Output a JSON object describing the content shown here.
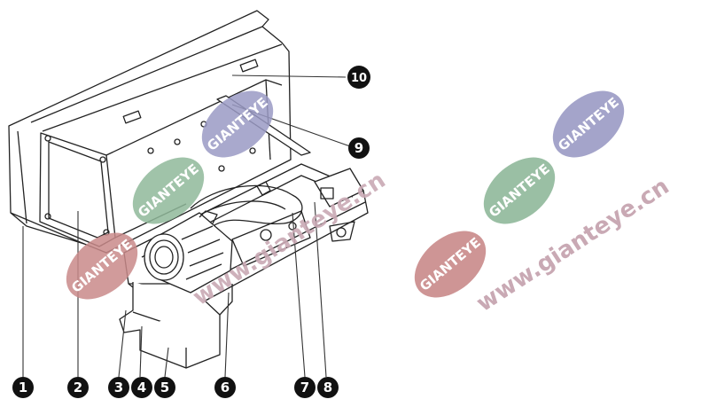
{
  "callouts": [
    {
      "label": "1"
    },
    {
      "label": "2"
    },
    {
      "label": "3"
    },
    {
      "label": "4"
    },
    {
      "label": "5"
    },
    {
      "label": "6"
    },
    {
      "label": "7"
    },
    {
      "label": "8"
    },
    {
      "label": "9"
    },
    {
      "label": "10"
    }
  ],
  "watermark": {
    "brand": "GIANTEYE",
    "url": "www.gianteye.cn",
    "colors": {
      "red": "#c98a8a",
      "green": "#8fb89a",
      "purple": "#9a9ac4",
      "url_text": "#c9a9b4"
    }
  },
  "colors": {
    "line": "#222222",
    "callout_fill": "#111111"
  }
}
